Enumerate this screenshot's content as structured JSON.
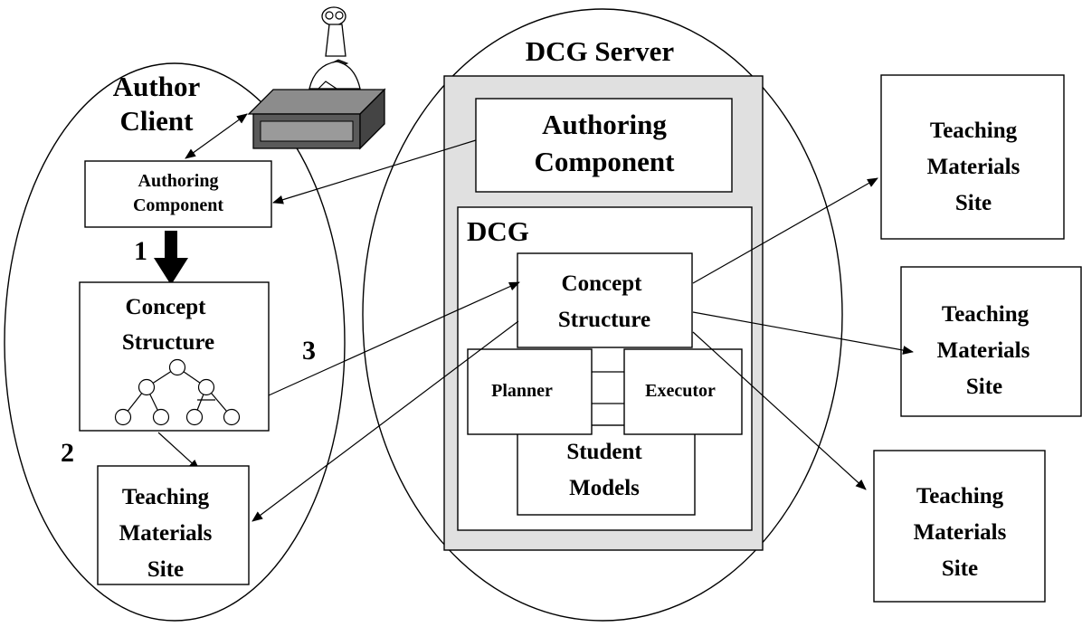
{
  "author_client": {
    "title_line1": "Author",
    "title_line2": "Client",
    "authoring_component": {
      "line1": "Authoring",
      "line2": "Component"
    },
    "concept_structure": {
      "line1": "Concept",
      "line2": "Structure"
    },
    "teaching_site": {
      "line1": "Teaching",
      "line2": "Materials",
      "line3": "Site"
    }
  },
  "dcg_server": {
    "title": "DCG Server",
    "authoring_component": {
      "line1": "Authoring",
      "line2": "Component"
    },
    "dcg": {
      "label": "DCG",
      "concept_structure": {
        "line1": "Concept",
        "line2": "Structure"
      },
      "planner": "Planner",
      "executor": "Executor",
      "student_models": {
        "line1": "Student",
        "line2": "Models"
      }
    }
  },
  "external_sites": [
    {
      "line1": "Teaching",
      "line2": "Materials",
      "line3": "Site"
    },
    {
      "line1": "Teaching",
      "line2": "Materials",
      "line3": "Site"
    },
    {
      "line1": "Teaching",
      "line2": "Materials",
      "line3": "Site"
    }
  ],
  "step_labels": {
    "step1": "1",
    "step2": "2",
    "step3": "3"
  },
  "colors": {
    "server_panel": "#e0e0e0",
    "desk_top": "#8c8c8c",
    "desk_side": "#5a5a5a"
  }
}
